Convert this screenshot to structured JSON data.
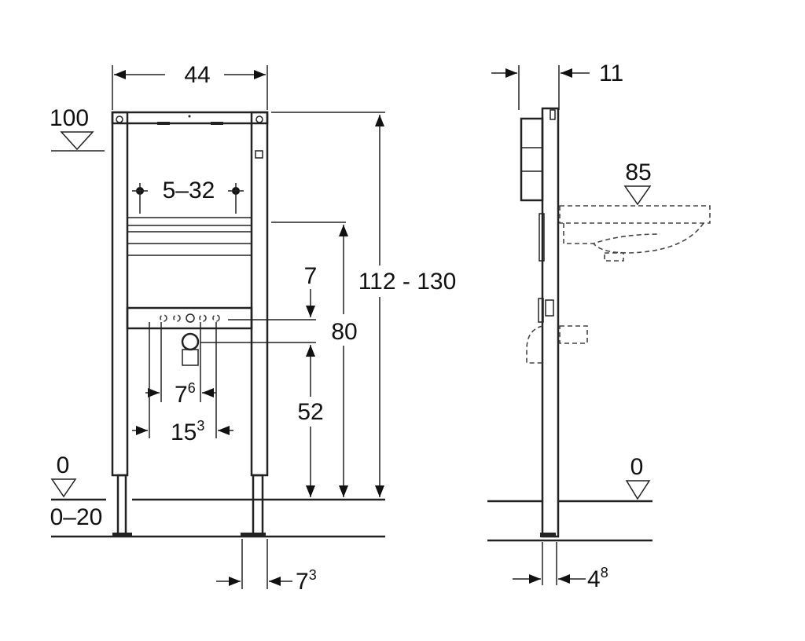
{
  "front_view": {
    "width": "44",
    "top_level": "100",
    "fixing_range": "5–32",
    "total_height": "112 - 130",
    "height_80": "80",
    "offset_7": "7",
    "outlet_height": "52",
    "spacing_inner": {
      "main": "7",
      "sup": "6"
    },
    "spacing_outer": {
      "main": "15",
      "sup": "3"
    },
    "floor_level": "0",
    "foot_range": "0–20",
    "foot_width": {
      "main": "7",
      "sup": "3"
    }
  },
  "side_view": {
    "depth": "11",
    "basin_level": "85",
    "floor_level": "0",
    "foot_depth": {
      "main": "4",
      "sup": "8"
    }
  }
}
